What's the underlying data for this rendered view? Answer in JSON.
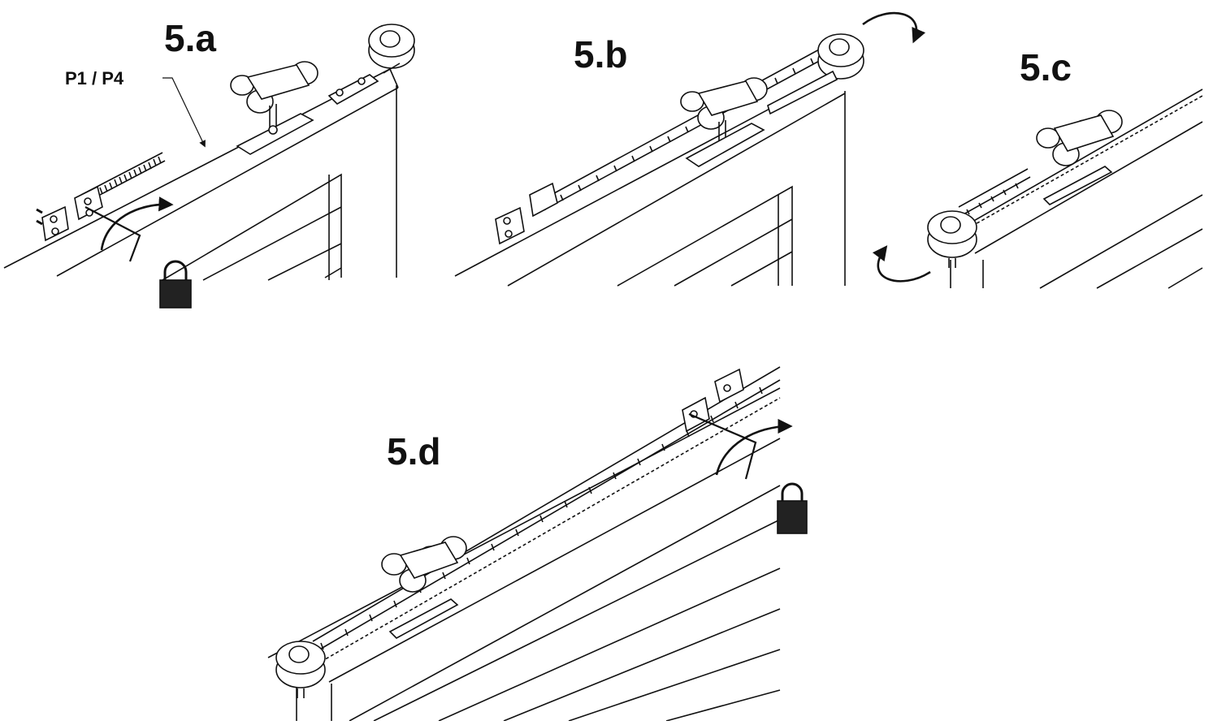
{
  "steps": [
    {
      "id": "5.a",
      "label": "5.a"
    },
    {
      "id": "5.b",
      "label": "5.b"
    },
    {
      "id": "5.c",
      "label": "5.c"
    },
    {
      "id": "5.d",
      "label": "5.d"
    }
  ],
  "part_callout": "P1 / P4",
  "icons": {
    "lock": "padlock-closed-icon",
    "rotate": "curved-arrow-icon",
    "tool": "hex-key-icon",
    "pulley": "pulley-wheel-icon",
    "carriage": "roller-carriage-icon",
    "belt": "toothed-belt-icon"
  },
  "colors": {
    "line": "#111111",
    "fill": "#ffffff",
    "lock_fill": "#222222"
  }
}
